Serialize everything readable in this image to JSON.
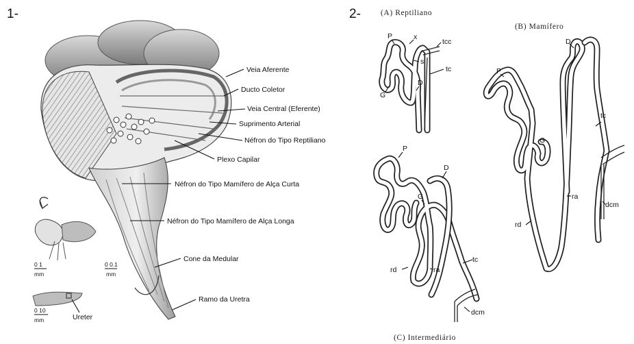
{
  "panel_left": {
    "number": "1-",
    "labels": [
      "Veia Aferente",
      "Ducto Coletor",
      "Veia Central (Eferente)",
      "Suprimento Arterial",
      "Néfron do Tipo Reptiliano",
      "Plexo Capilar",
      "Néfron do Tipo Mamífero de Alça Curta",
      "Néfron do Tipo Mamífero de Alça Longa",
      "Cone da Medular",
      "Ramo da Uretra"
    ],
    "scale_a": {
      "value": "0 1",
      "unit": "mm"
    },
    "scale_b": {
      "value": "0 0.1",
      "unit": "mm"
    },
    "scale_c": {
      "value": "0 10",
      "unit": "mm"
    },
    "ureter_label": "Ureter"
  },
  "panel_right": {
    "number": "2-",
    "title_a": "(A) Reptiliano",
    "title_b": "(B) Mamífero",
    "title_c": "(C) Intermediário",
    "labels_a": {
      "p": "P",
      "x": "x",
      "si": "si",
      "g": "G",
      "d": "D",
      "tcc": "tcc",
      "tc": "tc"
    },
    "labels_b": {
      "p": "P",
      "d": "D",
      "g": "G",
      "tc": "tc",
      "ra": "ra",
      "rd": "rd",
      "dcm": "dcm"
    },
    "labels_c": {
      "p": "P",
      "d": "D",
      "g": "G",
      "rd": "rd",
      "ra": "ra",
      "tc": "tc",
      "dcm": "dcm"
    }
  }
}
